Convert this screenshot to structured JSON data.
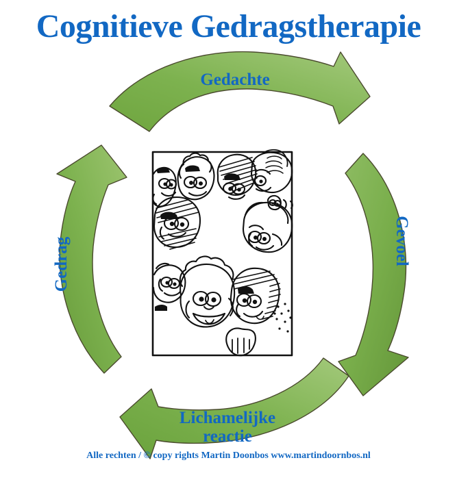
{
  "title": "Cognitieve Gedragstherapie",
  "cycle": {
    "arrows": [
      {
        "id": "gedachte",
        "label": "Gedachte",
        "direction": "right",
        "position": "top"
      },
      {
        "id": "gevoel",
        "label": "Gevoel",
        "direction": "down",
        "position": "right"
      },
      {
        "id": "lichamelijke",
        "label": "Lichamelijke reactie",
        "direction": "left",
        "position": "bottom"
      },
      {
        "id": "gedrag",
        "label": "Gedrag",
        "direction": "up",
        "position": "left"
      }
    ],
    "label_lines": {
      "lichamelijke_line1": "Lichamelijke",
      "lichamelijke_line2": "reactie"
    }
  },
  "illustration": {
    "caption": "Cartoon drawing of a crowd of smiling faces",
    "style": "black and white line art in a rectangular frame"
  },
  "footer": "Alle rechten / © copy rights Martin Doonbos www.martindoornbos.nl",
  "colors": {
    "title_blue": "#1268c3",
    "label_blue": "#1268c3",
    "arrow_green_light": "#9cc46f",
    "arrow_green_mid": "#7ab04c",
    "arrow_green_dark": "#5f9136",
    "arrow_outline": "#4a4a2e",
    "background": "#ffffff",
    "ink": "#111111"
  }
}
